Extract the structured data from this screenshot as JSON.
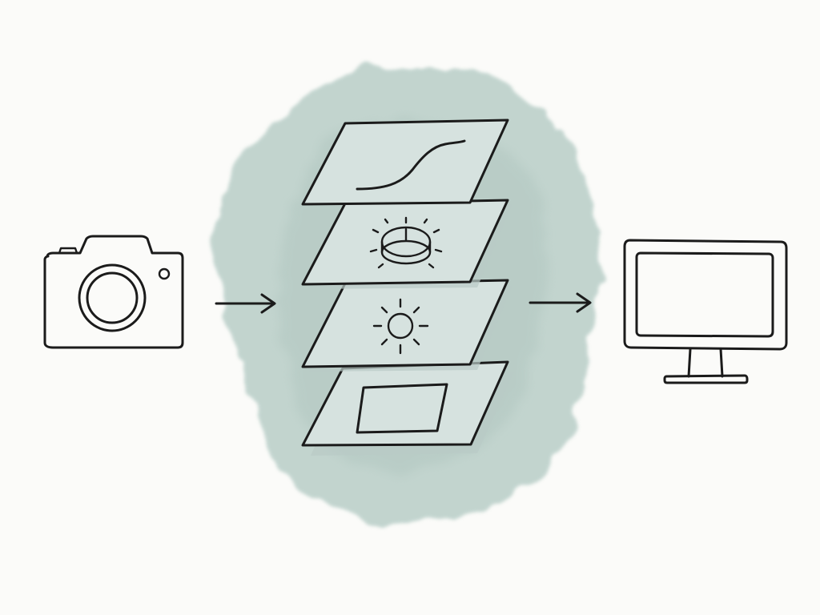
{
  "diagram": {
    "nodes": [
      {
        "id": "source",
        "icon": "camera-icon"
      },
      {
        "id": "processing-stack",
        "icon": "adjustment-layers-icon",
        "layers": [
          {
            "icon": "tone-curve-icon"
          },
          {
            "icon": "dial-knob-icon"
          },
          {
            "icon": "sun-brightness-icon"
          },
          {
            "icon": "crop-frame-icon"
          }
        ]
      },
      {
        "id": "output",
        "icon": "monitor-icon"
      }
    ],
    "edges": [
      {
        "from": "source",
        "to": "processing-stack",
        "icon": "arrow-right-icon"
      },
      {
        "from": "processing-stack",
        "to": "output",
        "icon": "arrow-right-icon"
      }
    ]
  },
  "colors": {
    "background": "#fbfbf9",
    "wash": "#b8ccc6",
    "layer": "#d6e2df",
    "ink": "#1b1b1b"
  }
}
